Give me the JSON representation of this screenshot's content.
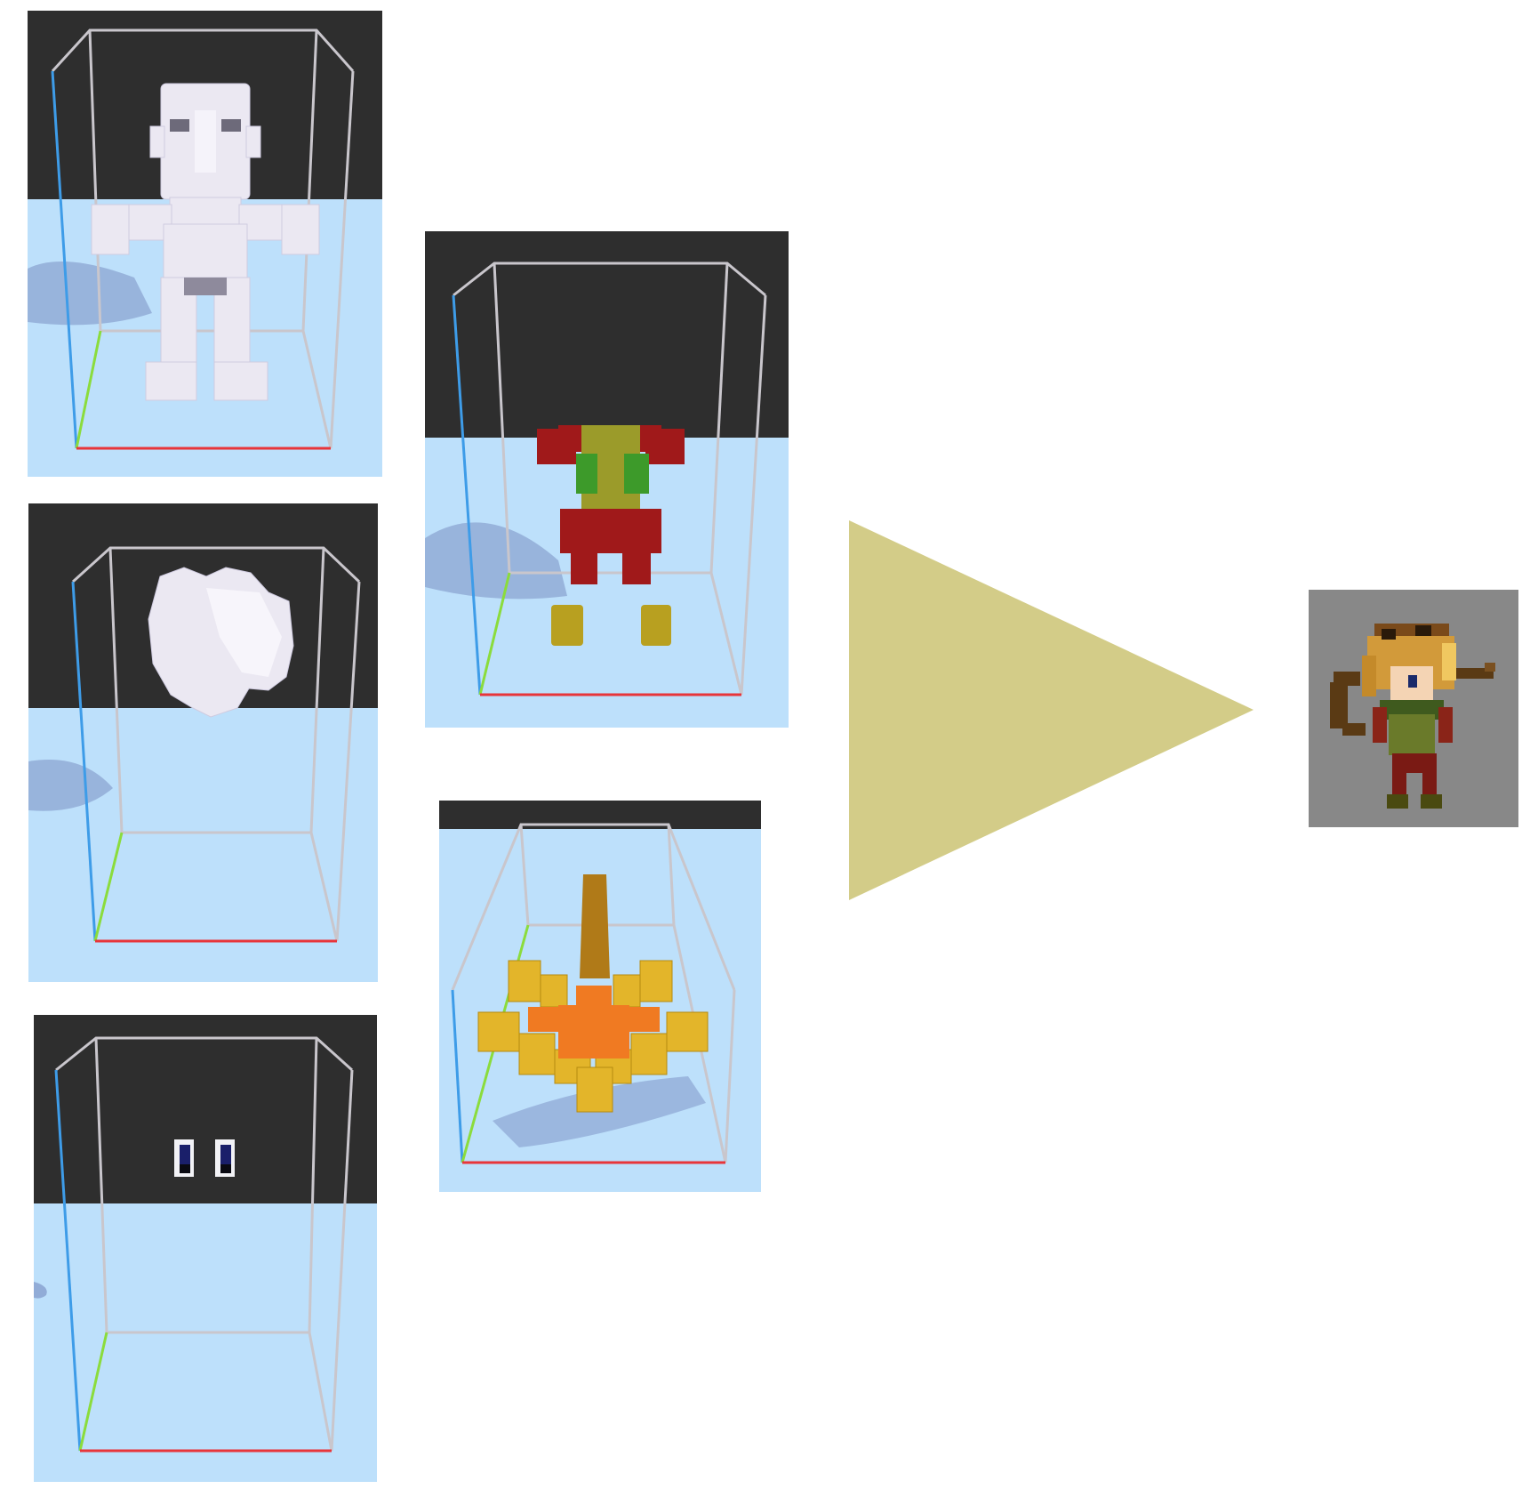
{
  "diagram": {
    "panels": [
      {
        "id": "body",
        "icon": "white-voxel-body-icon"
      },
      {
        "id": "hair",
        "icon": "white-voxel-hair-icon"
      },
      {
        "id": "eyes",
        "icon": "voxel-eyes-icon"
      },
      {
        "id": "clothing",
        "icon": "voxel-clothing-icon"
      },
      {
        "id": "weapon",
        "icon": "voxel-weapon-icon"
      }
    ],
    "arrow": {
      "icon": "right-triangle-arrow-icon",
      "color": "#d3cc88"
    },
    "result": {
      "icon": "pixel-art-character-sprite-icon",
      "background": "#888888"
    }
  },
  "colors": {
    "sky": "#bde0fb",
    "backdrop": "#2e2e2e",
    "box_edge": "#c9c6cc",
    "axis_x": "#e8353a",
    "axis_y": "#8bdc3c",
    "axis_z": "#3e9ce8",
    "voxel_white": "#ebe8f2",
    "cloth_red": "#a0191a",
    "cloth_olive": "#9b9b2a",
    "cloth_green": "#3d9a2a",
    "boot_yellow": "#b8a020",
    "weapon_gold": "#e3b52a",
    "weapon_orange": "#f07a22",
    "weapon_brown": "#b07a18"
  }
}
